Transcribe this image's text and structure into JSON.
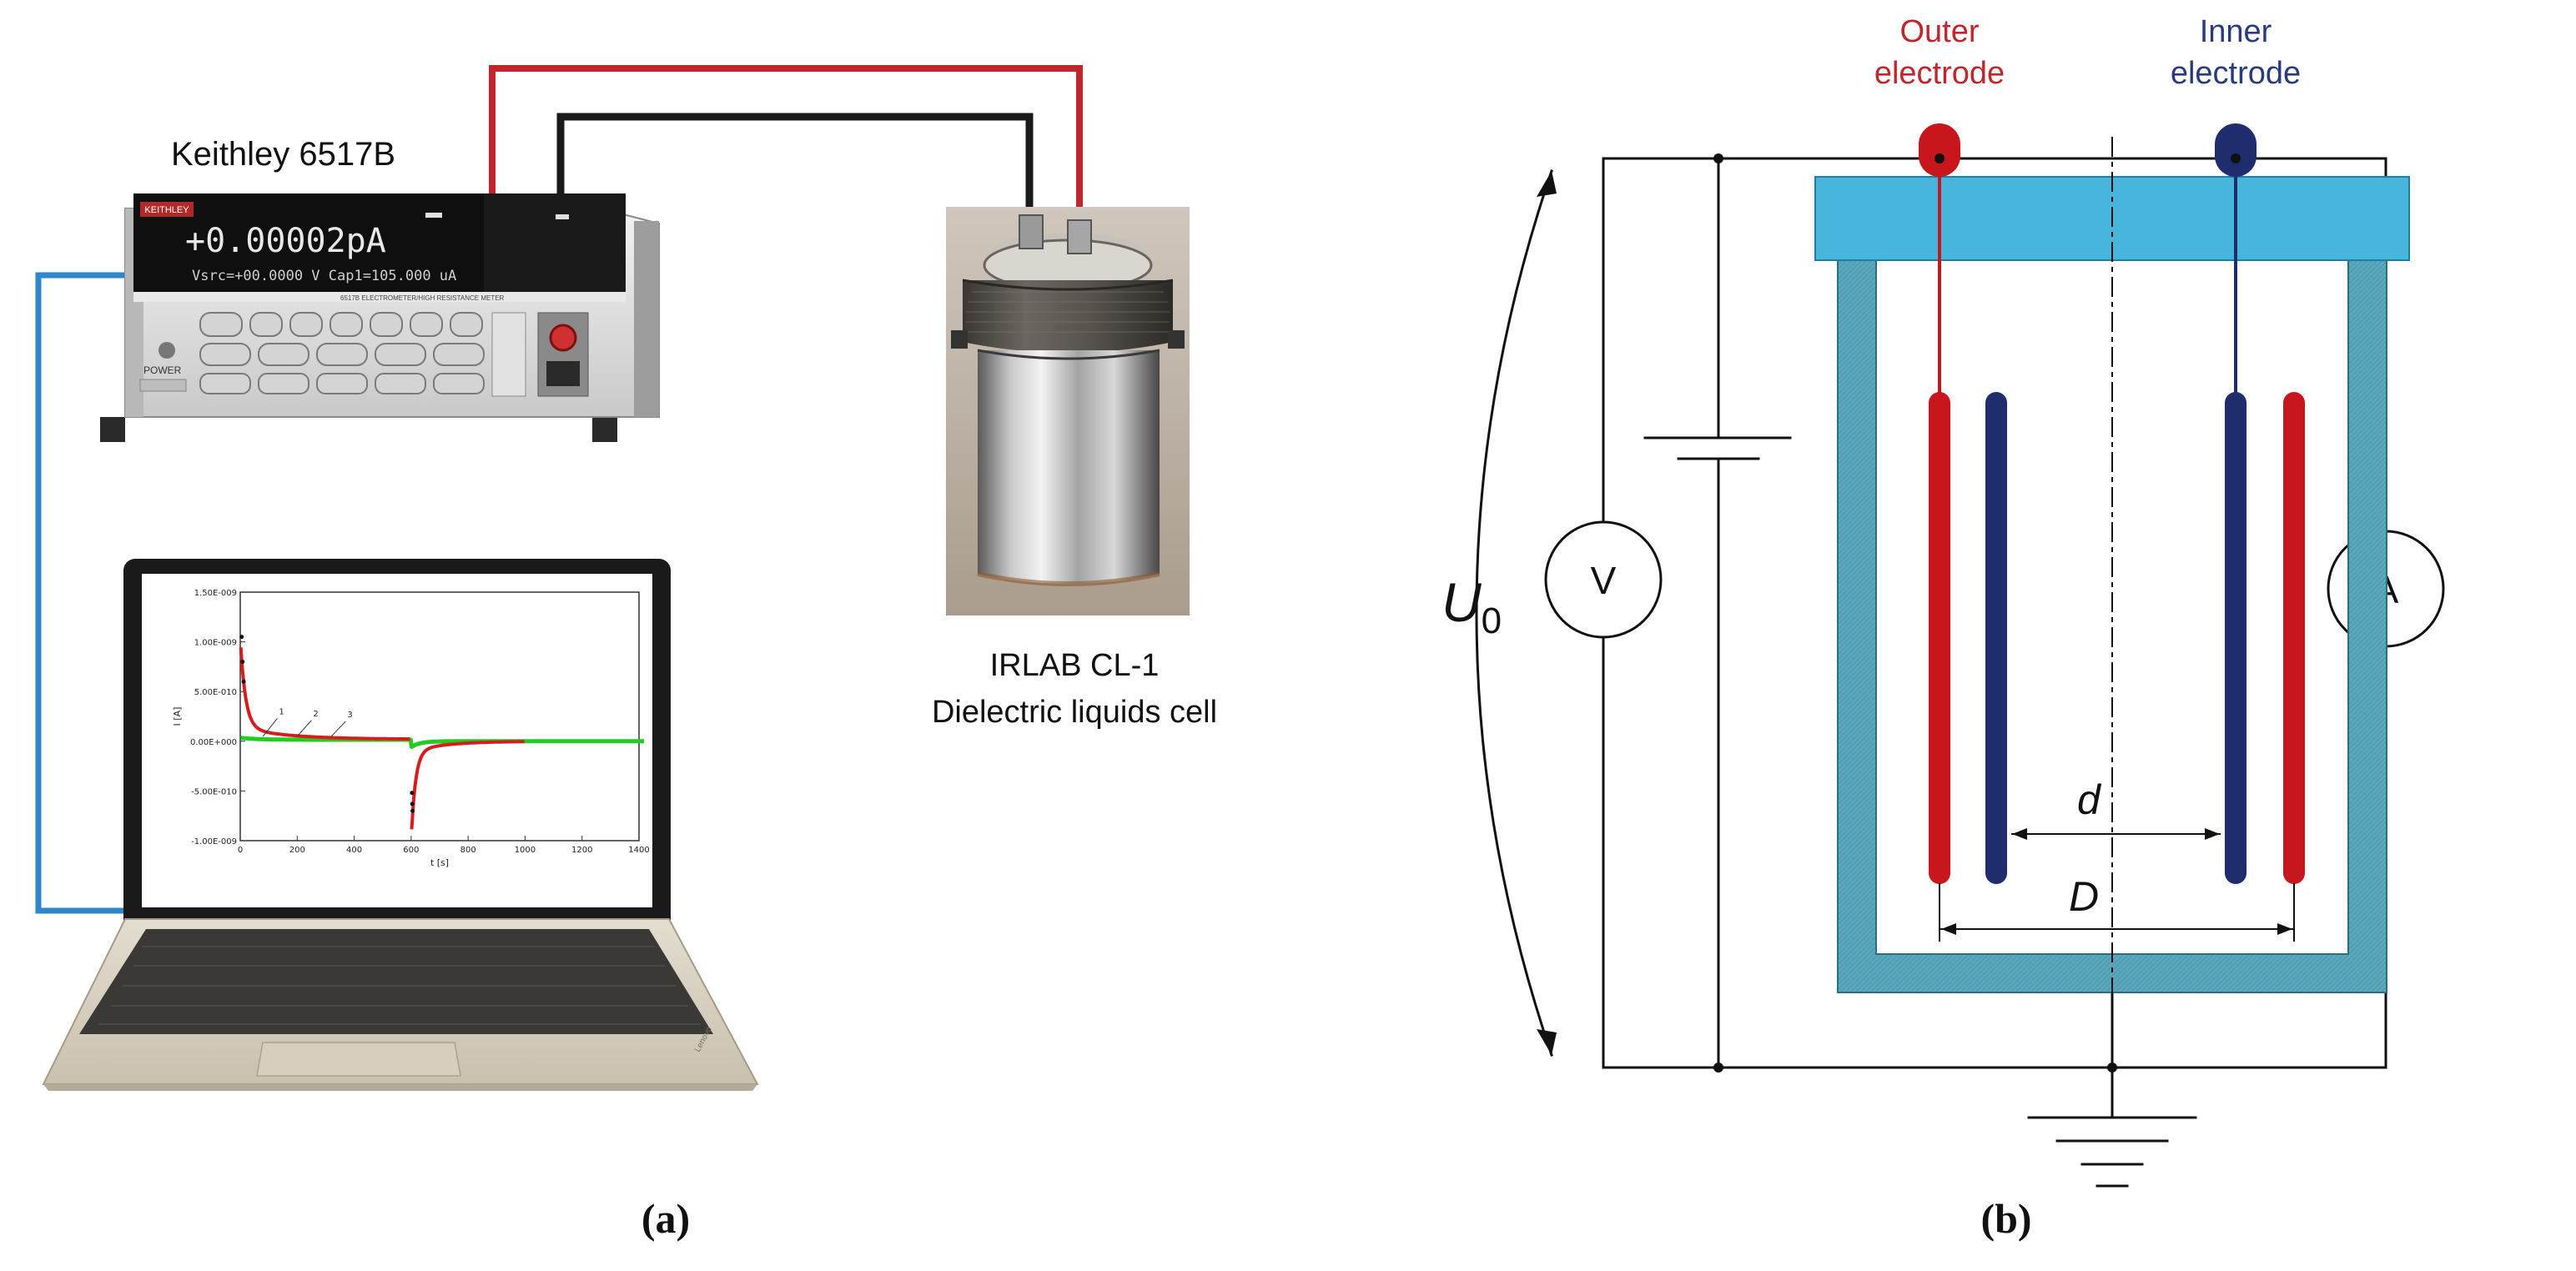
{
  "panel_a": {
    "caption": "(a)",
    "electrometer": {
      "title": "Keithley 6517B",
      "brand_badge": "KEITHLEY",
      "reading": "+0.00002pA",
      "status_line": "Vsrc=+00.0000 V  Cap1=105.000 uA",
      "model_strip": "6517B ELECTROMETER/HIGH RESISTANCE METER",
      "power_label": "POWER"
    },
    "cell": {
      "name": "IRLAB CL-1",
      "description": "Dielectric liquids cell"
    },
    "laptop": {
      "brand": "Lenovo",
      "plot": {
        "y_ticks": [
          "1.50E-009",
          "1.00E-009",
          "5.00E-010",
          "0.00E+000",
          "-5.00E-010",
          "-1.00E-009"
        ],
        "x_ticks": [
          "0",
          "200",
          "400",
          "600",
          "800",
          "1000",
          "1200",
          "1400"
        ],
        "ylabel": "I [A]",
        "xlabel": "t [s]",
        "curve_labels": [
          "1",
          "2",
          "3"
        ]
      }
    }
  },
  "panel_b": {
    "caption": "(b)",
    "outer_electrode_label": [
      "Outer",
      "electrode"
    ],
    "inner_electrode_label": [
      "Inner",
      "electrode"
    ],
    "voltmeter": "V",
    "ammeter": "A",
    "voltage_symbol": "U",
    "voltage_subscript": "0",
    "inner_gap": "d",
    "outer_gap": "D"
  },
  "colors": {
    "red_wire": "#c0262c",
    "black_wire": "#1a1a1a",
    "blue_cable": "#2f86c8",
    "outer_electrode": "#c8161d",
    "inner_electrode": "#1f2c6e",
    "lid": "#48b6dc",
    "vessel": "#5aa8bd",
    "curve_red": "#d81c1c",
    "curve_green": "#22cc22"
  }
}
